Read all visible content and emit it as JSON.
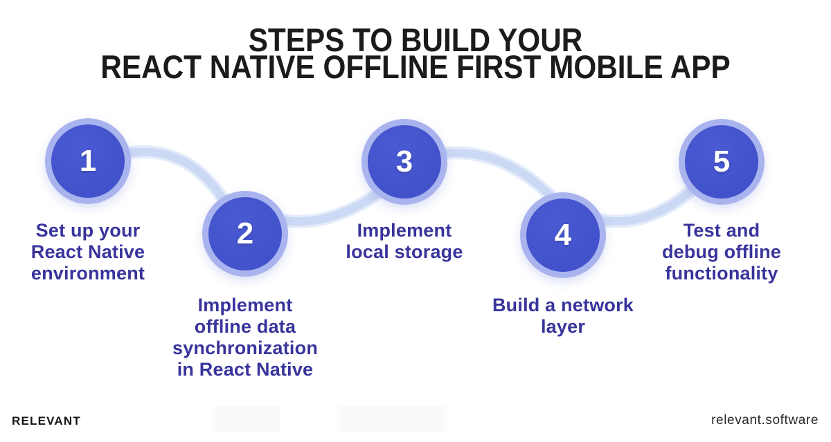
{
  "title": {
    "line1": "STEPS TO BUILD YOUR",
    "line2": "REACT NATIVE OFFLINE FIRST MOBILE APP"
  },
  "steps": [
    {
      "number": "1",
      "lines": [
        "Set up your",
        "React Native",
        "environment"
      ]
    },
    {
      "number": "2",
      "lines": [
        "Implement",
        "offline data",
        "synchronization",
        "in React Native"
      ]
    },
    {
      "number": "3",
      "lines": [
        "Implement",
        "local storage"
      ]
    },
    {
      "number": "4",
      "lines": [
        "Build a network",
        "layer"
      ]
    },
    {
      "number": "5",
      "lines": [
        "Test and",
        "debug offline",
        "functionality"
      ]
    }
  ],
  "footer": {
    "brand": "RELEVANT",
    "website": "relevant.software"
  },
  "colors": {
    "title_text": "#1B1B1B",
    "label_text": "#38349B",
    "circle_fill": "#4152CB",
    "circle_ring": "#A9B3EE",
    "connector": "#CCD9F4",
    "connector_glow": "#E4ECFA"
  }
}
